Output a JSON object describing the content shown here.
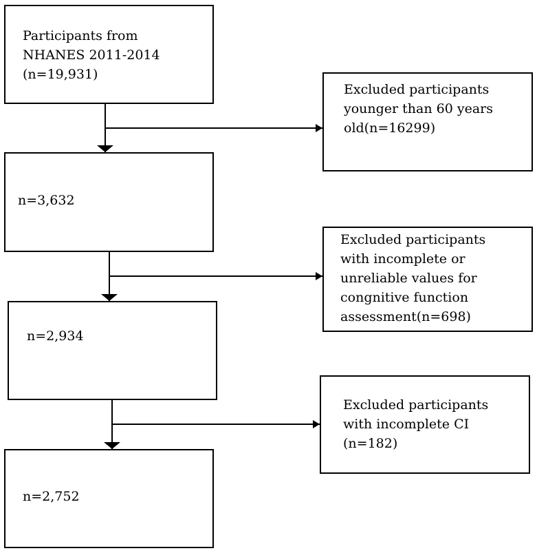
{
  "main_boxes": [
    {
      "lines": [
        "Participants from",
        "NHANES 2011-2014",
        "(n=19,931)"
      ]
    },
    {
      "lines": [
        "n=3,632"
      ]
    },
    {
      "lines": [
        "n=2,934"
      ]
    },
    {
      "lines": [
        "n=2,752"
      ]
    }
  ],
  "exclusion_boxes": [
    {
      "lines": [
        "Excluded participants",
        "younger than 60 years",
        "old(n=16299)"
      ]
    },
    {
      "lines": [
        "Excluded participants",
        "with incomplete or",
        "unreliable values for",
        "congnitive function",
        "assessment(n=698)"
      ]
    },
    {
      "lines": [
        "Excluded participants",
        "with incomplete CI",
        "(n=182)"
      ]
    }
  ]
}
